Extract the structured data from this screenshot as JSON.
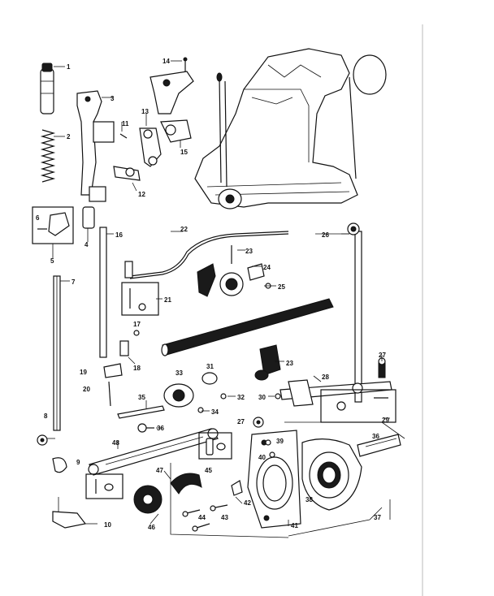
{
  "callouts": [
    {
      "id": "c1",
      "label": "1"
    },
    {
      "id": "c2",
      "label": "2"
    },
    {
      "id": "c3",
      "label": "3"
    },
    {
      "id": "c4",
      "label": "4"
    },
    {
      "id": "c5",
      "label": "5"
    },
    {
      "id": "c6",
      "label": "6"
    },
    {
      "id": "c7",
      "label": "7"
    },
    {
      "id": "c8",
      "label": "8"
    },
    {
      "id": "c9",
      "label": "9"
    },
    {
      "id": "c10",
      "label": "10"
    },
    {
      "id": "c11",
      "label": "11"
    },
    {
      "id": "c12",
      "label": "12"
    },
    {
      "id": "c13",
      "label": "13"
    },
    {
      "id": "c14",
      "label": "14"
    },
    {
      "id": "c15",
      "label": "15"
    },
    {
      "id": "c16",
      "label": "16"
    },
    {
      "id": "c17",
      "label": "17"
    },
    {
      "id": "c18",
      "label": "18"
    },
    {
      "id": "c19",
      "label": "19"
    },
    {
      "id": "c20",
      "label": "20"
    },
    {
      "id": "c21",
      "label": "21"
    },
    {
      "id": "c22",
      "label": "22"
    },
    {
      "id": "c23a",
      "label": "23"
    },
    {
      "id": "c23b",
      "label": "23"
    },
    {
      "id": "c24",
      "label": "24"
    },
    {
      "id": "c25",
      "label": "25"
    },
    {
      "id": "c26",
      "label": "26"
    },
    {
      "id": "c27a",
      "label": "27"
    },
    {
      "id": "c27b",
      "label": "27"
    },
    {
      "id": "c28",
      "label": "28"
    },
    {
      "id": "c29",
      "label": "29"
    },
    {
      "id": "c30",
      "label": "30"
    },
    {
      "id": "c31",
      "label": "31"
    },
    {
      "id": "c32",
      "label": "32"
    },
    {
      "id": "c33",
      "label": "33"
    },
    {
      "id": "c34",
      "label": "34"
    },
    {
      "id": "c35",
      "label": "35"
    },
    {
      "id": "c36a",
      "label": "36"
    },
    {
      "id": "c36b",
      "label": "36"
    },
    {
      "id": "c37",
      "label": "37"
    },
    {
      "id": "c38",
      "label": "38"
    },
    {
      "id": "c39",
      "label": "39"
    },
    {
      "id": "c40",
      "label": "40"
    },
    {
      "id": "c41",
      "label": "41"
    },
    {
      "id": "c42",
      "label": "42"
    },
    {
      "id": "c43",
      "label": "43"
    },
    {
      "id": "c44",
      "label": "44"
    },
    {
      "id": "c45",
      "label": "45"
    },
    {
      "id": "c46",
      "label": "46"
    },
    {
      "id": "c47",
      "label": "47"
    },
    {
      "id": "c48",
      "label": "48"
    }
  ]
}
